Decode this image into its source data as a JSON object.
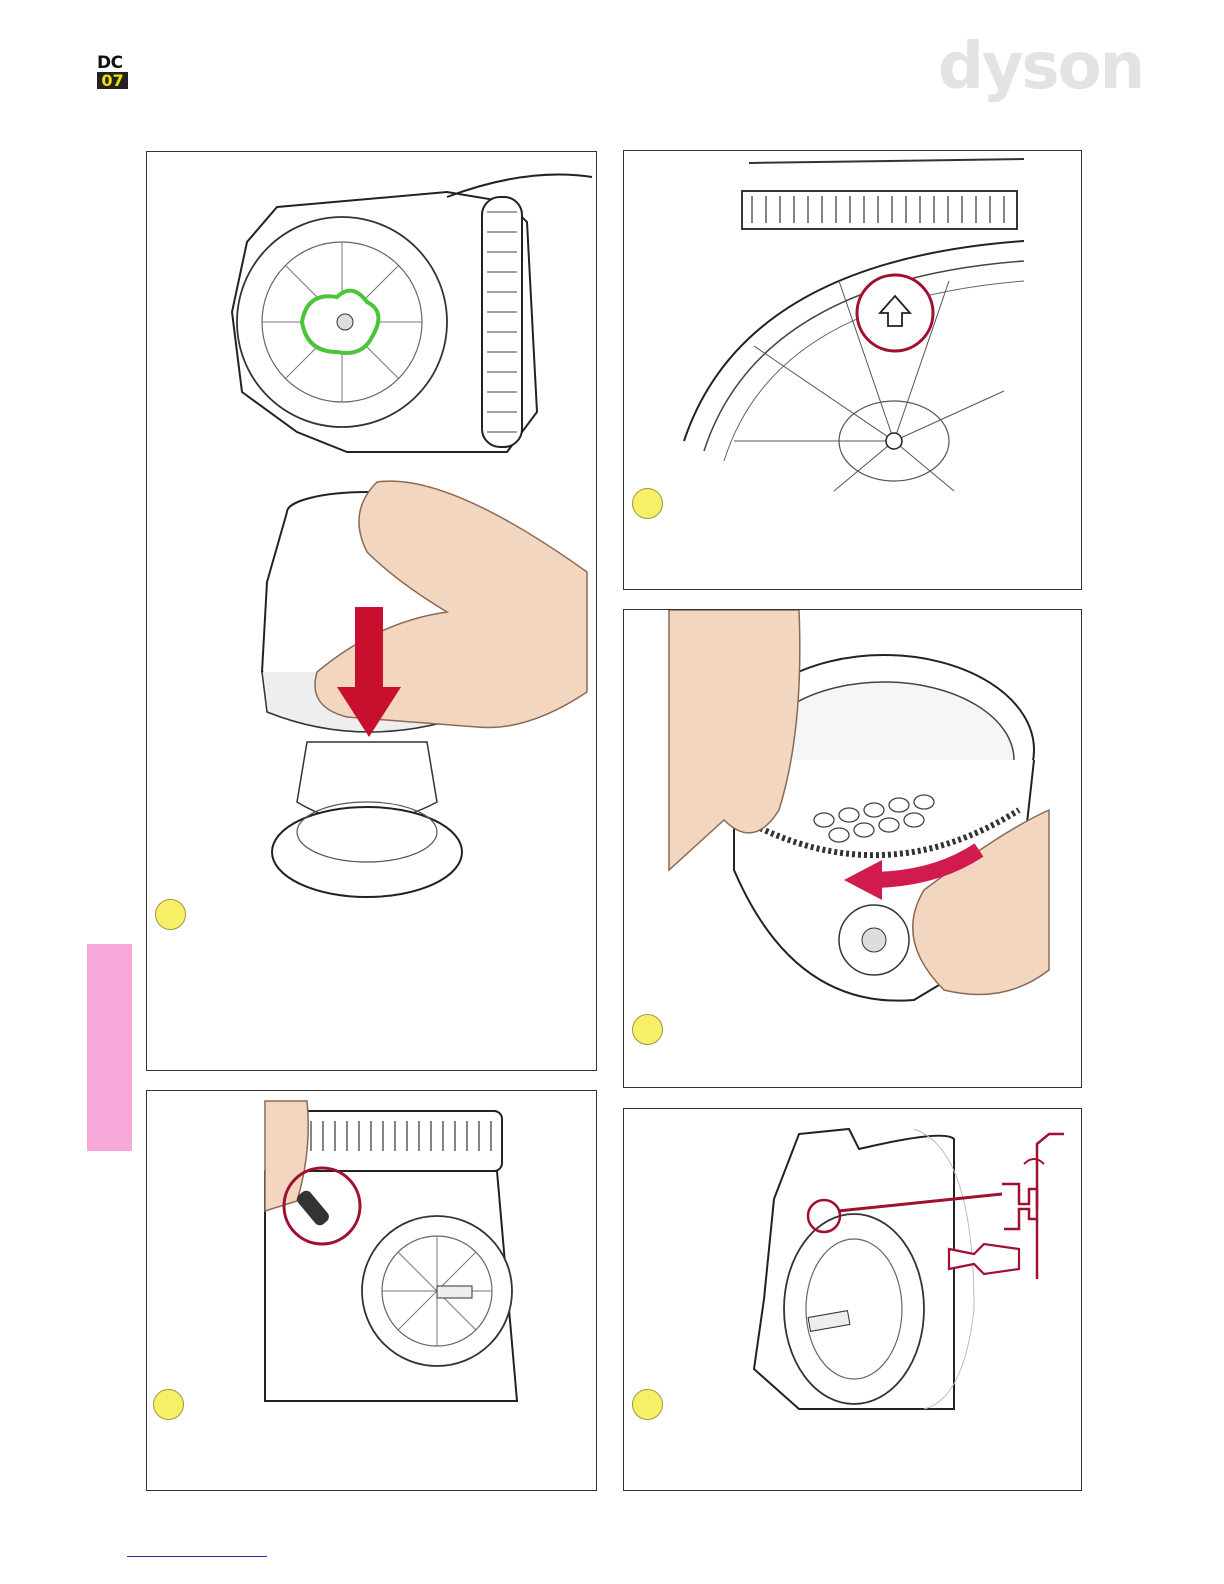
{
  "header": {
    "model_top": "DC",
    "model_bottom": "07",
    "brand": "dyson"
  },
  "colors": {
    "accent_yellow": "#f7ef68",
    "accent_pink": "#f7a8d8",
    "arrow_red": "#c8102e",
    "highlight_green": "#4cc43a"
  },
  "panels": [
    {
      "id": "step-a",
      "icons": [
        "motor-housing-illustration",
        "green-gasket-highlight",
        "hand-pressing-illustration",
        "down-arrow-icon"
      ]
    },
    {
      "id": "step-b",
      "icons": [
        "impeller-wheel-illustration",
        "up-arrow-callout-icon"
      ]
    },
    {
      "id": "step-c",
      "icons": [
        "hands-rotating-ring-illustration",
        "curved-arrow-icon"
      ]
    },
    {
      "id": "step-d",
      "icons": [
        "cable-clip-illustration",
        "red-circle-callout-icon"
      ]
    },
    {
      "id": "step-e",
      "icons": [
        "motor-side-illustration",
        "clip-detail-callout-icon"
      ]
    }
  ]
}
